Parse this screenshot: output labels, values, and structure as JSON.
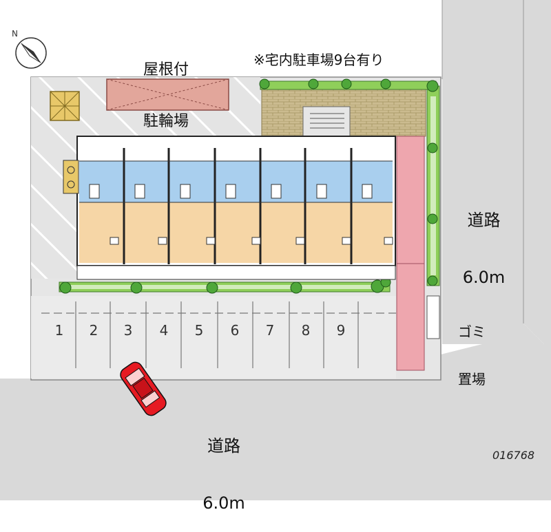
{
  "labels": {
    "roof_bike_line1": "屋根付",
    "roof_bike_line2": "駐輪場",
    "parking_note": "※宅内駐車場9台有り",
    "road_east_line1": "道路",
    "road_east_line2": "6.0m",
    "road_south_line1": "道路",
    "road_south_line2": "6.0m",
    "garbage_line1": "ゴミ",
    "garbage_line2": "置場",
    "map_id": "016768"
  },
  "parking_slots": [
    "1",
    "2",
    "3",
    "4",
    "5",
    "6",
    "7",
    "8",
    "9"
  ],
  "colors": {
    "ground": "#e6e6e6",
    "road": "#d9d9d9",
    "bathroom_blue": "#a9cfee",
    "room_peach": "#f6d6a6",
    "bike_roof": "#e2a69b",
    "brick": "#c9b98e",
    "pink_path": "#eea6ae",
    "hedge": "#8fcf5a",
    "car_red": "#e61a22"
  },
  "icons": [
    "compass-icon",
    "car-icon",
    "tree-icon"
  ]
}
